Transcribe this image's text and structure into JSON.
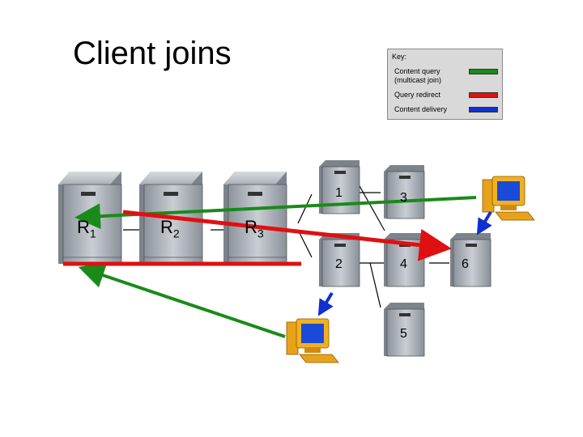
{
  "title": "Client joins",
  "key": {
    "heading": "Key:",
    "items": [
      {
        "label_line1": "Content query",
        "label_line2": "(multicast join)",
        "color": "#1a8a1a"
      },
      {
        "label_line1": "Query redirect",
        "label_line2": "",
        "color": "#e01010"
      },
      {
        "label_line1": "Content delivery",
        "label_line2": "",
        "color": "#1030d0"
      }
    ]
  },
  "routers": [
    {
      "letter": "R",
      "sub": "1"
    },
    {
      "letter": "R",
      "sub": "2"
    },
    {
      "letter": "R",
      "sub": "3"
    }
  ],
  "nodes": [
    "1",
    "2",
    "3",
    "4",
    "5",
    "6"
  ]
}
